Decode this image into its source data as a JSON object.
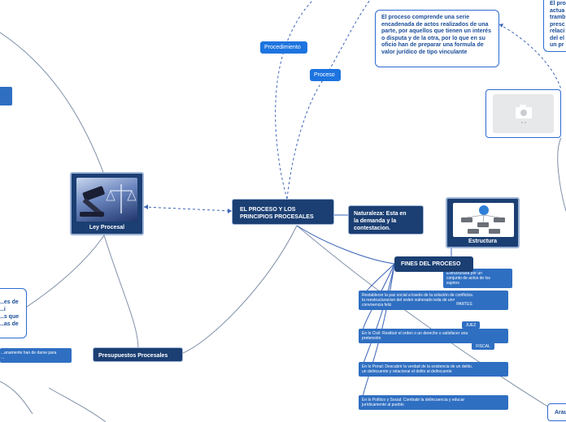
{
  "central": "EL PROCESO Y LOS\nPRINCIPIOS PROCESALES",
  "ley_procesal": "Ley Procesal",
  "presupuestos": "Presupuestos Procesales",
  "presupuestos_child": "...anamente han de darse para\n...",
  "left_partial": "...es  de\n...i\n...s que\n...as de",
  "procedimiento": "Procedimiento",
  "proceso": "Proceso",
  "definicion": "El proceso comprende una serie encadenada de actos realizados de una parte, por aquellos que tienen un interés o disputa y de la otra, por  lo que en su oficio  han de preparar una formula de valor jurídico de tipo vinculante",
  "right_partial": "El pro\nactua\ntramb\npresc\nrelaci\ndel el\nun pr",
  "naturaleza": "Naturaleza: Esta en\nla demanda y la\ncontestacion.",
  "estructura": "Estructura",
  "estructura_child": "Estructurada por un\nconjunto  de actos  de los\nsujetos",
  "fines": "FINES DEL PROCESO",
  "fines_items": [
    "Restablecer  la paz social a través de la  solución de conflictos.\nla reestructuracion del orden vulnerado     ieda de una\nconvivencia feliz",
    "En lo Civil: Restituir el orden o un derecho o satisfacer una\npretensión",
    "En lo Penal: Descubrir  la verdad de la existencia de un delito,\nun delincuente y relacionar el delito  al delincuente",
    "En lo Político y Social: Combatir la delincuencia y educar\njurídicamente al pueblo"
  ],
  "partes": "PARTES",
  "juez": "JUEZ",
  "fiscal": "FISCAL",
  "bottom_right": "Arau",
  "colors": {
    "dark": "#1b3f73",
    "mid": "#2f6fc2",
    "chip": "#1d74e0",
    "line": "#3a63b8"
  }
}
